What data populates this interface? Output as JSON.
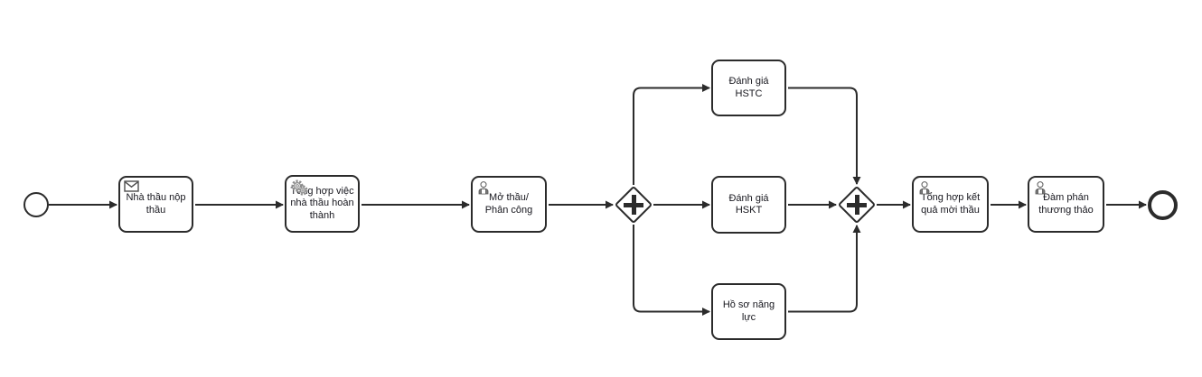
{
  "diagram": {
    "type": "bpmn-process",
    "colors": {
      "line": "#2b2b2b",
      "node_fill": "#ffffff",
      "text": "#16161d",
      "icon": "#8c8c8c"
    },
    "start_event": {
      "kind": "start"
    },
    "end_event": {
      "kind": "end"
    },
    "tasks": [
      {
        "label": "Nhà thầu nộp thầu",
        "icon": "message-icon"
      },
      {
        "label": "Tổng hợp việc nhà thầu hoàn thành",
        "icon": "service-icon"
      },
      {
        "label": "Mở thầu/ Phân công",
        "icon": "user-icon"
      },
      {
        "label": "Đánh giá HSTC",
        "icon": ""
      },
      {
        "label": "Đánh giá HSKT",
        "icon": ""
      },
      {
        "label": "Hồ sơ năng lực",
        "icon": ""
      },
      {
        "label": "Tổng hợp kết quả mời thầu",
        "icon": "user-icon"
      },
      {
        "label": "Đàm phán thương thảo",
        "icon": "user-icon"
      }
    ],
    "gateways": [
      {
        "type": "parallel",
        "symbol": "+"
      },
      {
        "type": "parallel",
        "symbol": "+"
      }
    ]
  }
}
